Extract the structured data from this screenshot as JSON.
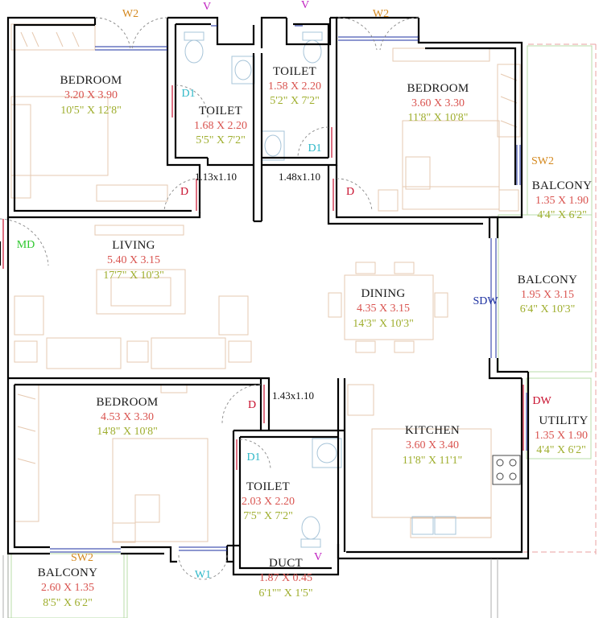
{
  "rooms": {
    "bedroom_tl": {
      "name": "BEDROOM",
      "metric": "3.20 X 3.90",
      "imperial": "10'5\" X 12'8\""
    },
    "toilet_a": {
      "name": "TOILET",
      "metric": "1.68 X 2.20",
      "imperial": "5'5\" X 7'2\""
    },
    "toilet_b": {
      "name": "TOILET",
      "metric": "1.58 X 2.20",
      "imperial": "5'2\" X 7'2\""
    },
    "bedroom_tr": {
      "name": "BEDROOM",
      "metric": "3.60 X 3.30",
      "imperial": "11'8\" X 10'8\""
    },
    "balcony_r1": {
      "name": "BALCONY",
      "metric": "1.35 X 1.90",
      "imperial": "4'4\" X 6'2\""
    },
    "living": {
      "name": "LIVING",
      "metric": "5.40 X 3.15",
      "imperial": "17'7\" X 10'3\""
    },
    "dining": {
      "name": "DINING",
      "metric": "4.35 X 3.15",
      "imperial": "14'3\" X 10'3\""
    },
    "balcony_r2": {
      "name": "BALCONY",
      "metric": "1.95 X 3.15",
      "imperial": "6'4\" X 10'3\""
    },
    "bedroom_bl": {
      "name": "BEDROOM",
      "metric": "4.53 X 3.30",
      "imperial": "14'8\" X 10'8\""
    },
    "kitchen": {
      "name": "KITCHEN",
      "metric": "3.60 X 3.40",
      "imperial": "11'8\" X 11'1\""
    },
    "utility": {
      "name": "UTILITY",
      "metric": "1.35 X 1.90",
      "imperial": "4'4\" X 6'2\""
    },
    "toilet_c": {
      "name": "TOILET",
      "metric": "2.03 X 2.20",
      "imperial": "7'5\" X 7'2\""
    },
    "duct": {
      "name": "DUCT",
      "metric": "1.87 X 0.45",
      "imperial": "6'1\"\" X 1'5\""
    },
    "balcony_b": {
      "name": "BALCONY",
      "metric": "2.60 X 1.35",
      "imperial": "8'5\" X 6'2\""
    }
  },
  "passages": {
    "p1": "1.13x1.10",
    "p2": "1.48x1.10",
    "p3": "1.43x1.10"
  },
  "tags": {
    "w2_left": "W2",
    "w2_right": "W2",
    "v_top_left": "V",
    "v_top_right": "V",
    "v_bottom": "V",
    "d1_toilet_a": "D1",
    "d1_toilet_b": "D1",
    "d1_toilet_c": "D1",
    "d_bedroom_tl": "D",
    "d_bedroom_tr": "D",
    "d_bedroom_bl": "D",
    "md": "MD",
    "sw2_right": "SW2",
    "sw2_bottom": "SW2",
    "sdw": "SDW",
    "dw": "DW",
    "w1": "W1"
  },
  "colors": {
    "wall": "#000000",
    "room_name": "#1a1a1a",
    "metric": "#d9534f",
    "imperial": "#9fae2e",
    "window_tag": "#d4881e",
    "vent_tag": "#c020c0",
    "door_d1": "#2fb8c8",
    "door_d": "#c8102e",
    "main_door": "#2ec82e",
    "sliding_door": "#1b2fa0",
    "furniture": "#e6c9b0",
    "fixtures": "#a7c4d8"
  }
}
